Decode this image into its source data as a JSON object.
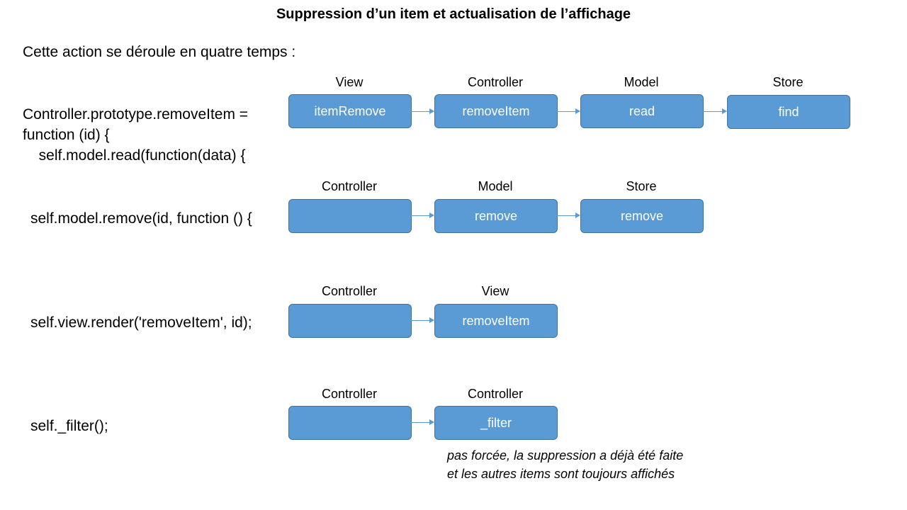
{
  "title": "Suppression d’un item et actualisation de l’affichage",
  "intro": "Cette action se déroule en quatre temps :",
  "steps": [
    {
      "code": [
        "Controller.prototype.removeItem =",
        "function (id) {",
        "  self.model.read(function(data) {"
      ],
      "nodes": [
        {
          "role": "View",
          "label": "itemRemove"
        },
        {
          "role": "Controller",
          "label": "removeItem"
        },
        {
          "role": "Model",
          "label": "read"
        },
        {
          "role": "Store",
          "label": "find"
        }
      ]
    },
    {
      "code": [
        "self.model.remove(id, function () {"
      ],
      "nodes": [
        {
          "role": "Controller",
          "label": ""
        },
        {
          "role": "Model",
          "label": "remove"
        },
        {
          "role": "Store",
          "label": "remove"
        }
      ]
    },
    {
      "code": [
        "self.view.render('removeItem', id);"
      ],
      "nodes": [
        {
          "role": "Controller",
          "label": ""
        },
        {
          "role": "View",
          "label": "removeItem"
        }
      ]
    },
    {
      "code": [
        "self._filter();"
      ],
      "nodes": [
        {
          "role": "Controller",
          "label": ""
        },
        {
          "role": "Controller",
          "label": "_filter"
        }
      ]
    }
  ],
  "note": [
    "pas forcée, la suppression a déjà été faite",
    "et les autres items sont toujours affichés"
  ],
  "colors": {
    "box_fill": "#5b9bd5",
    "box_border": "#41719c",
    "box_text": "#ffffff",
    "arrow": "#5b9bd5"
  }
}
